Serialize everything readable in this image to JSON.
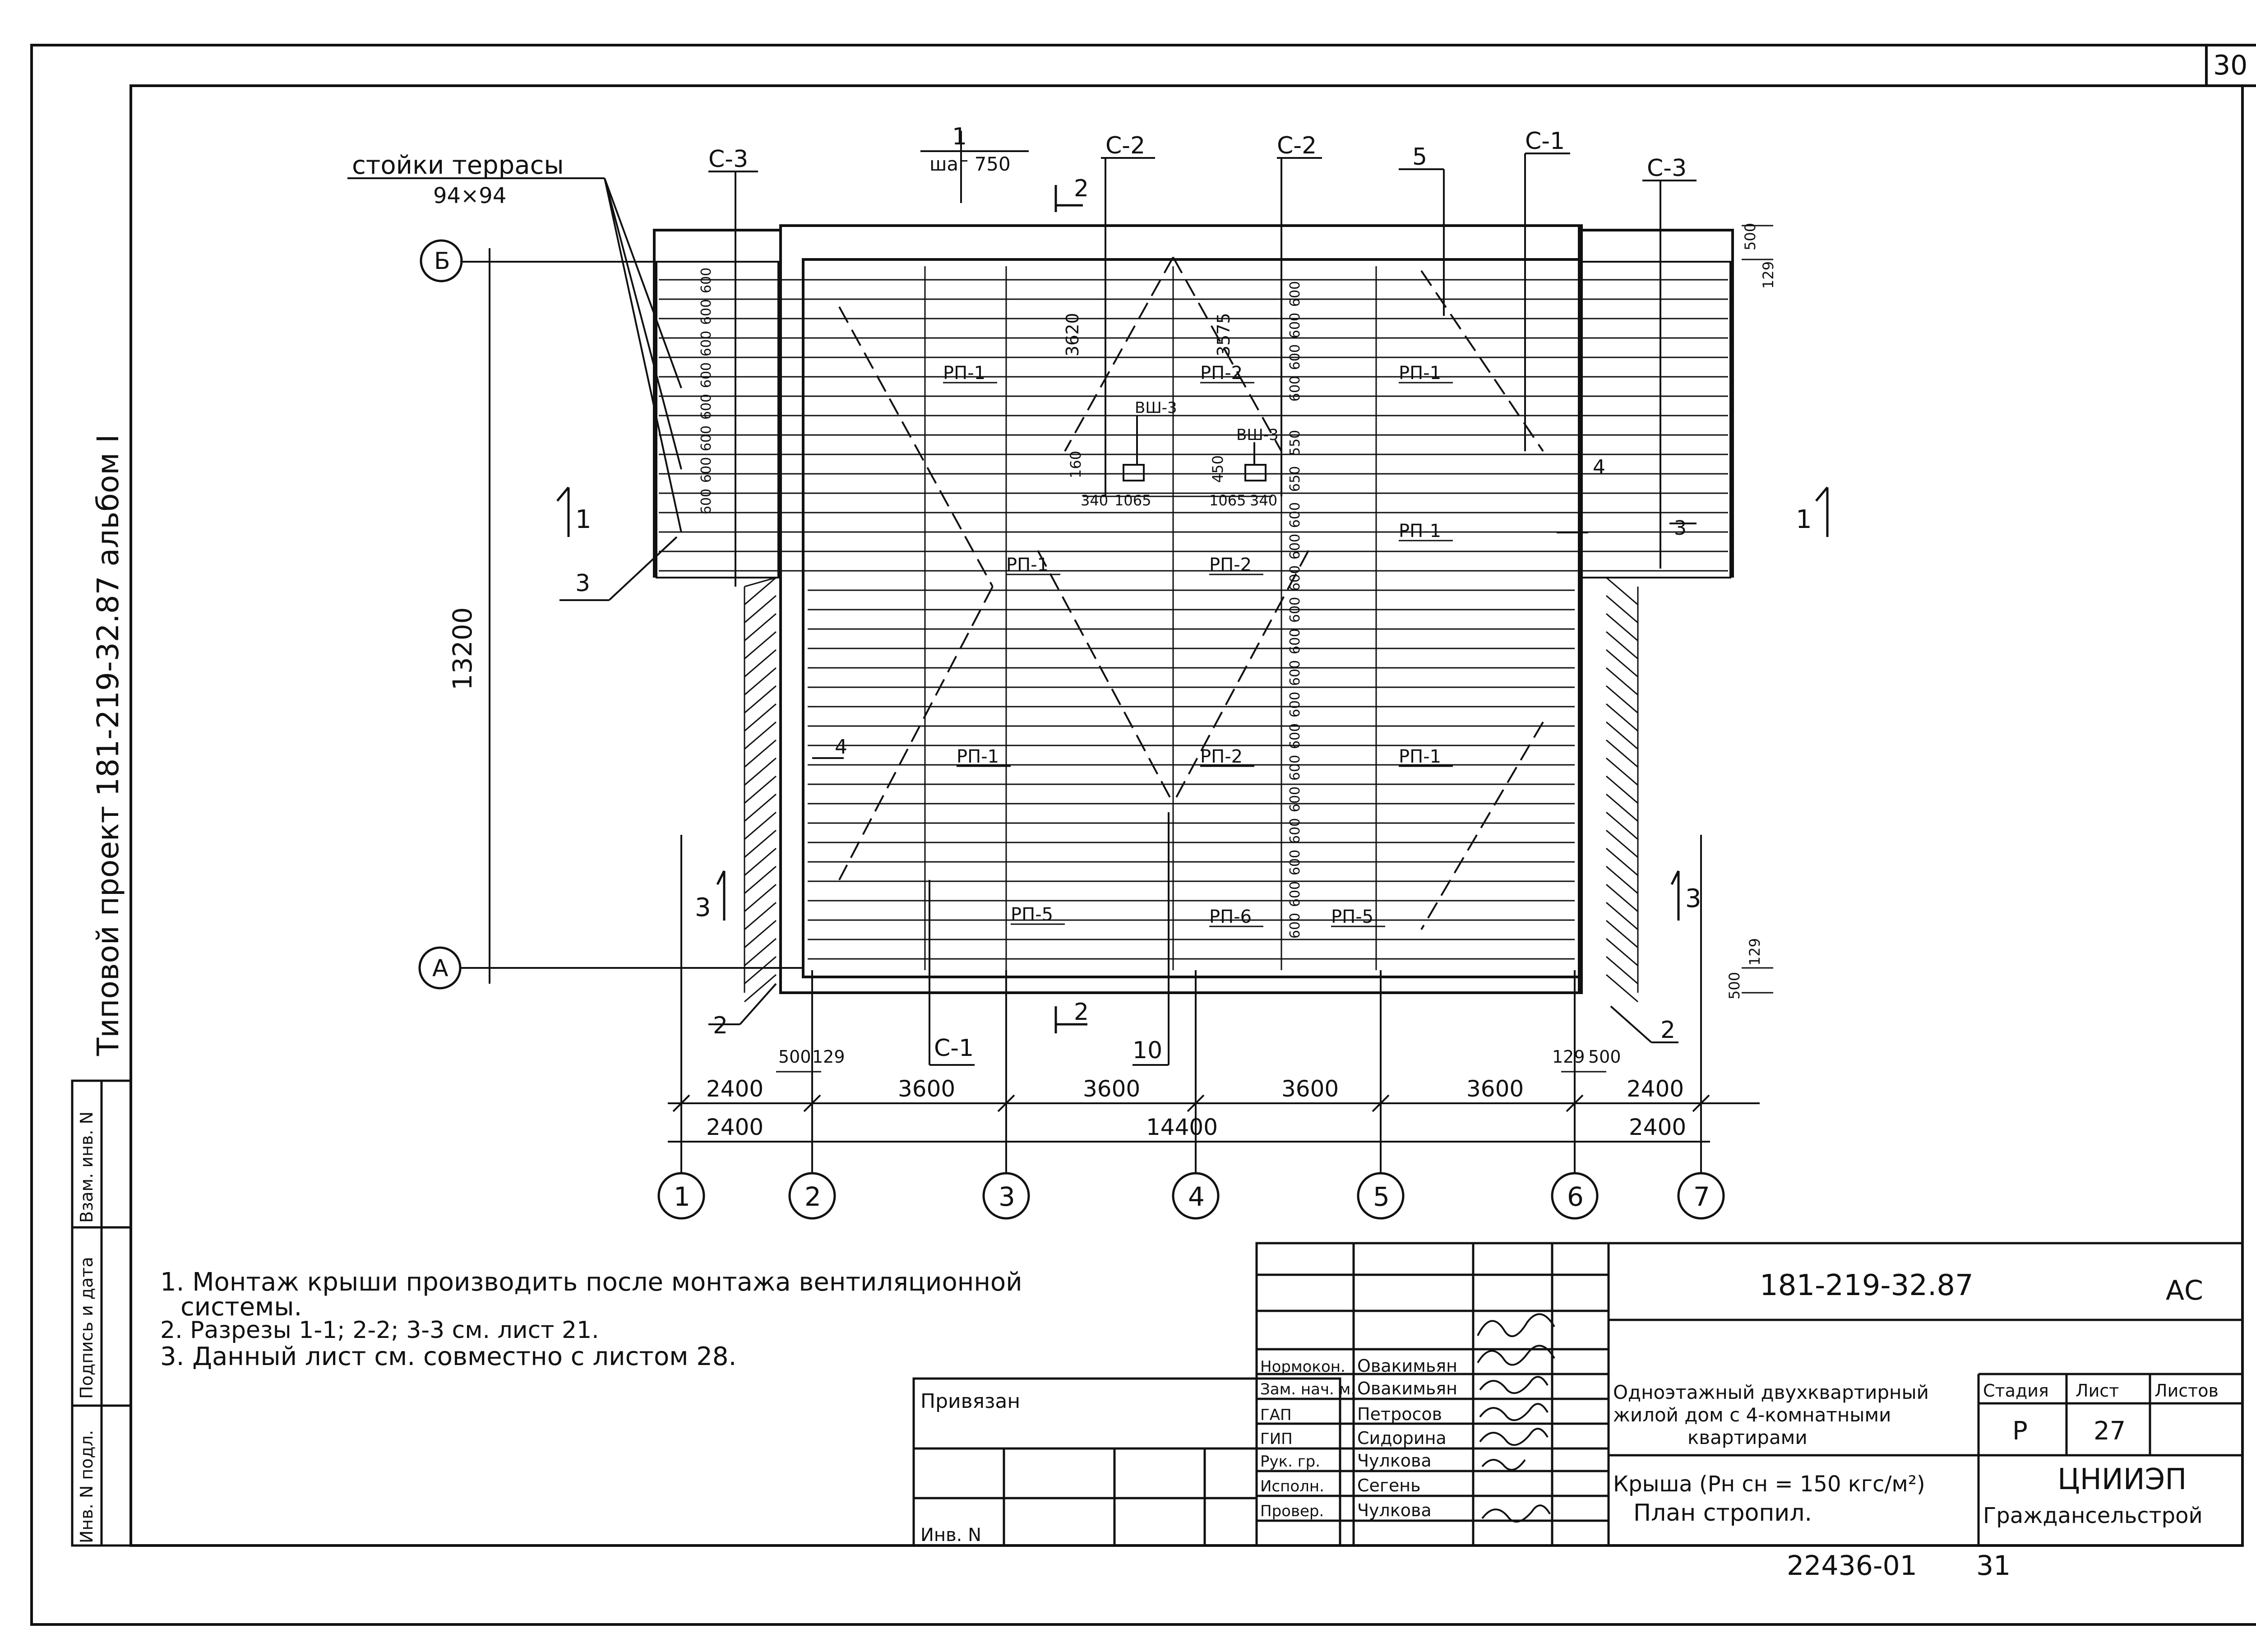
{
  "sheet_number": "30",
  "vertical_title": "Типовой проект 181-219-32.87 альбом I",
  "side_stamp": [
    "Инв. N подл.",
    "Подпись и дата",
    "Взам. инв. N"
  ],
  "plan": {
    "terrace_posts_label": "стойки террасы",
    "terrace_posts_size": "94×94",
    "step_label": "шаг 750",
    "marker_1": "1",
    "axis_letters": [
      "Б",
      "А"
    ],
    "axis_numbers": [
      "1",
      "2",
      "3",
      "4",
      "5",
      "6",
      "7"
    ],
    "section_labels_top": [
      "С-3",
      "С-2",
      "С-2",
      "С-1",
      "С-3"
    ],
    "section_labels_bottom": [
      "С-1",
      "10"
    ],
    "leaders": [
      "5",
      "3",
      "4",
      "3",
      "4",
      "2",
      "2"
    ],
    "cut_marks": [
      "1",
      "1",
      "2",
      "2",
      "3",
      "3"
    ],
    "overall_height": "13200",
    "dims_vertical_top": [
      "3620",
      "3575"
    ],
    "dims_small": [
      "500",
      "129",
      "500",
      "129",
      "500",
      "129",
      "129",
      "500"
    ],
    "dims_mid": [
      "160",
      "340",
      "1065",
      "450",
      "1065",
      "340"
    ],
    "spacing_600": "600",
    "spacing_550": "550",
    "spacing_650": "650",
    "bottom_dims_row1": [
      "2400",
      "3600",
      "3600",
      "3600",
      "3600",
      "2400"
    ],
    "bottom_dims_row2": [
      "2400",
      "14400",
      "2400"
    ],
    "element_labels": [
      "РП-1",
      "РП-2",
      "РП-1",
      "РП-1",
      "РП-2",
      "РП-1",
      "РП-1",
      "РП-2",
      "РП-1",
      "РП-5",
      "РП-6",
      "РП-5",
      "ВШ-3",
      "ВШ-3"
    ]
  },
  "notes": [
    "1. Монтаж крыши производить после монтажа вентиляционной",
    "системы.",
    "2. Разрезы 1-1; 2-2; 3-3 см. лист 21.",
    "3. Данный лист см. совместно с листом 28."
  ],
  "titleblock": {
    "code": "181-219-32.87",
    "mark": "АС",
    "roles": [
      "Нормокон.",
      "Зам. нач. м.",
      "ГАП",
      "ГИП",
      "Рук. гр.",
      "Исполн.",
      "Провер."
    ],
    "names": [
      "Овакимьян",
      "Овакимьян",
      "Петросов",
      "Сидорина",
      "Чулкова",
      "Сегень",
      "Чулкова"
    ],
    "privyazan": "Привязан",
    "inv_n": "Инв. N",
    "project_title": [
      "Одноэтажный двухквартирный",
      "жилой дом с 4-комнатными",
      "квартирами"
    ],
    "sheet_title_1": "Крыша (Рн сн = 150 кгс/м²)",
    "sheet_title_2": "План стропил.",
    "stage_h": "Стадия",
    "sheet_h": "Лист",
    "sheets_h": "Листов",
    "stage": "Р",
    "sheet": "27",
    "org_1": "ЦНИИЭП",
    "org_2": "Граждансельстрой",
    "archive_no": "22436-01",
    "page_no": "31"
  }
}
